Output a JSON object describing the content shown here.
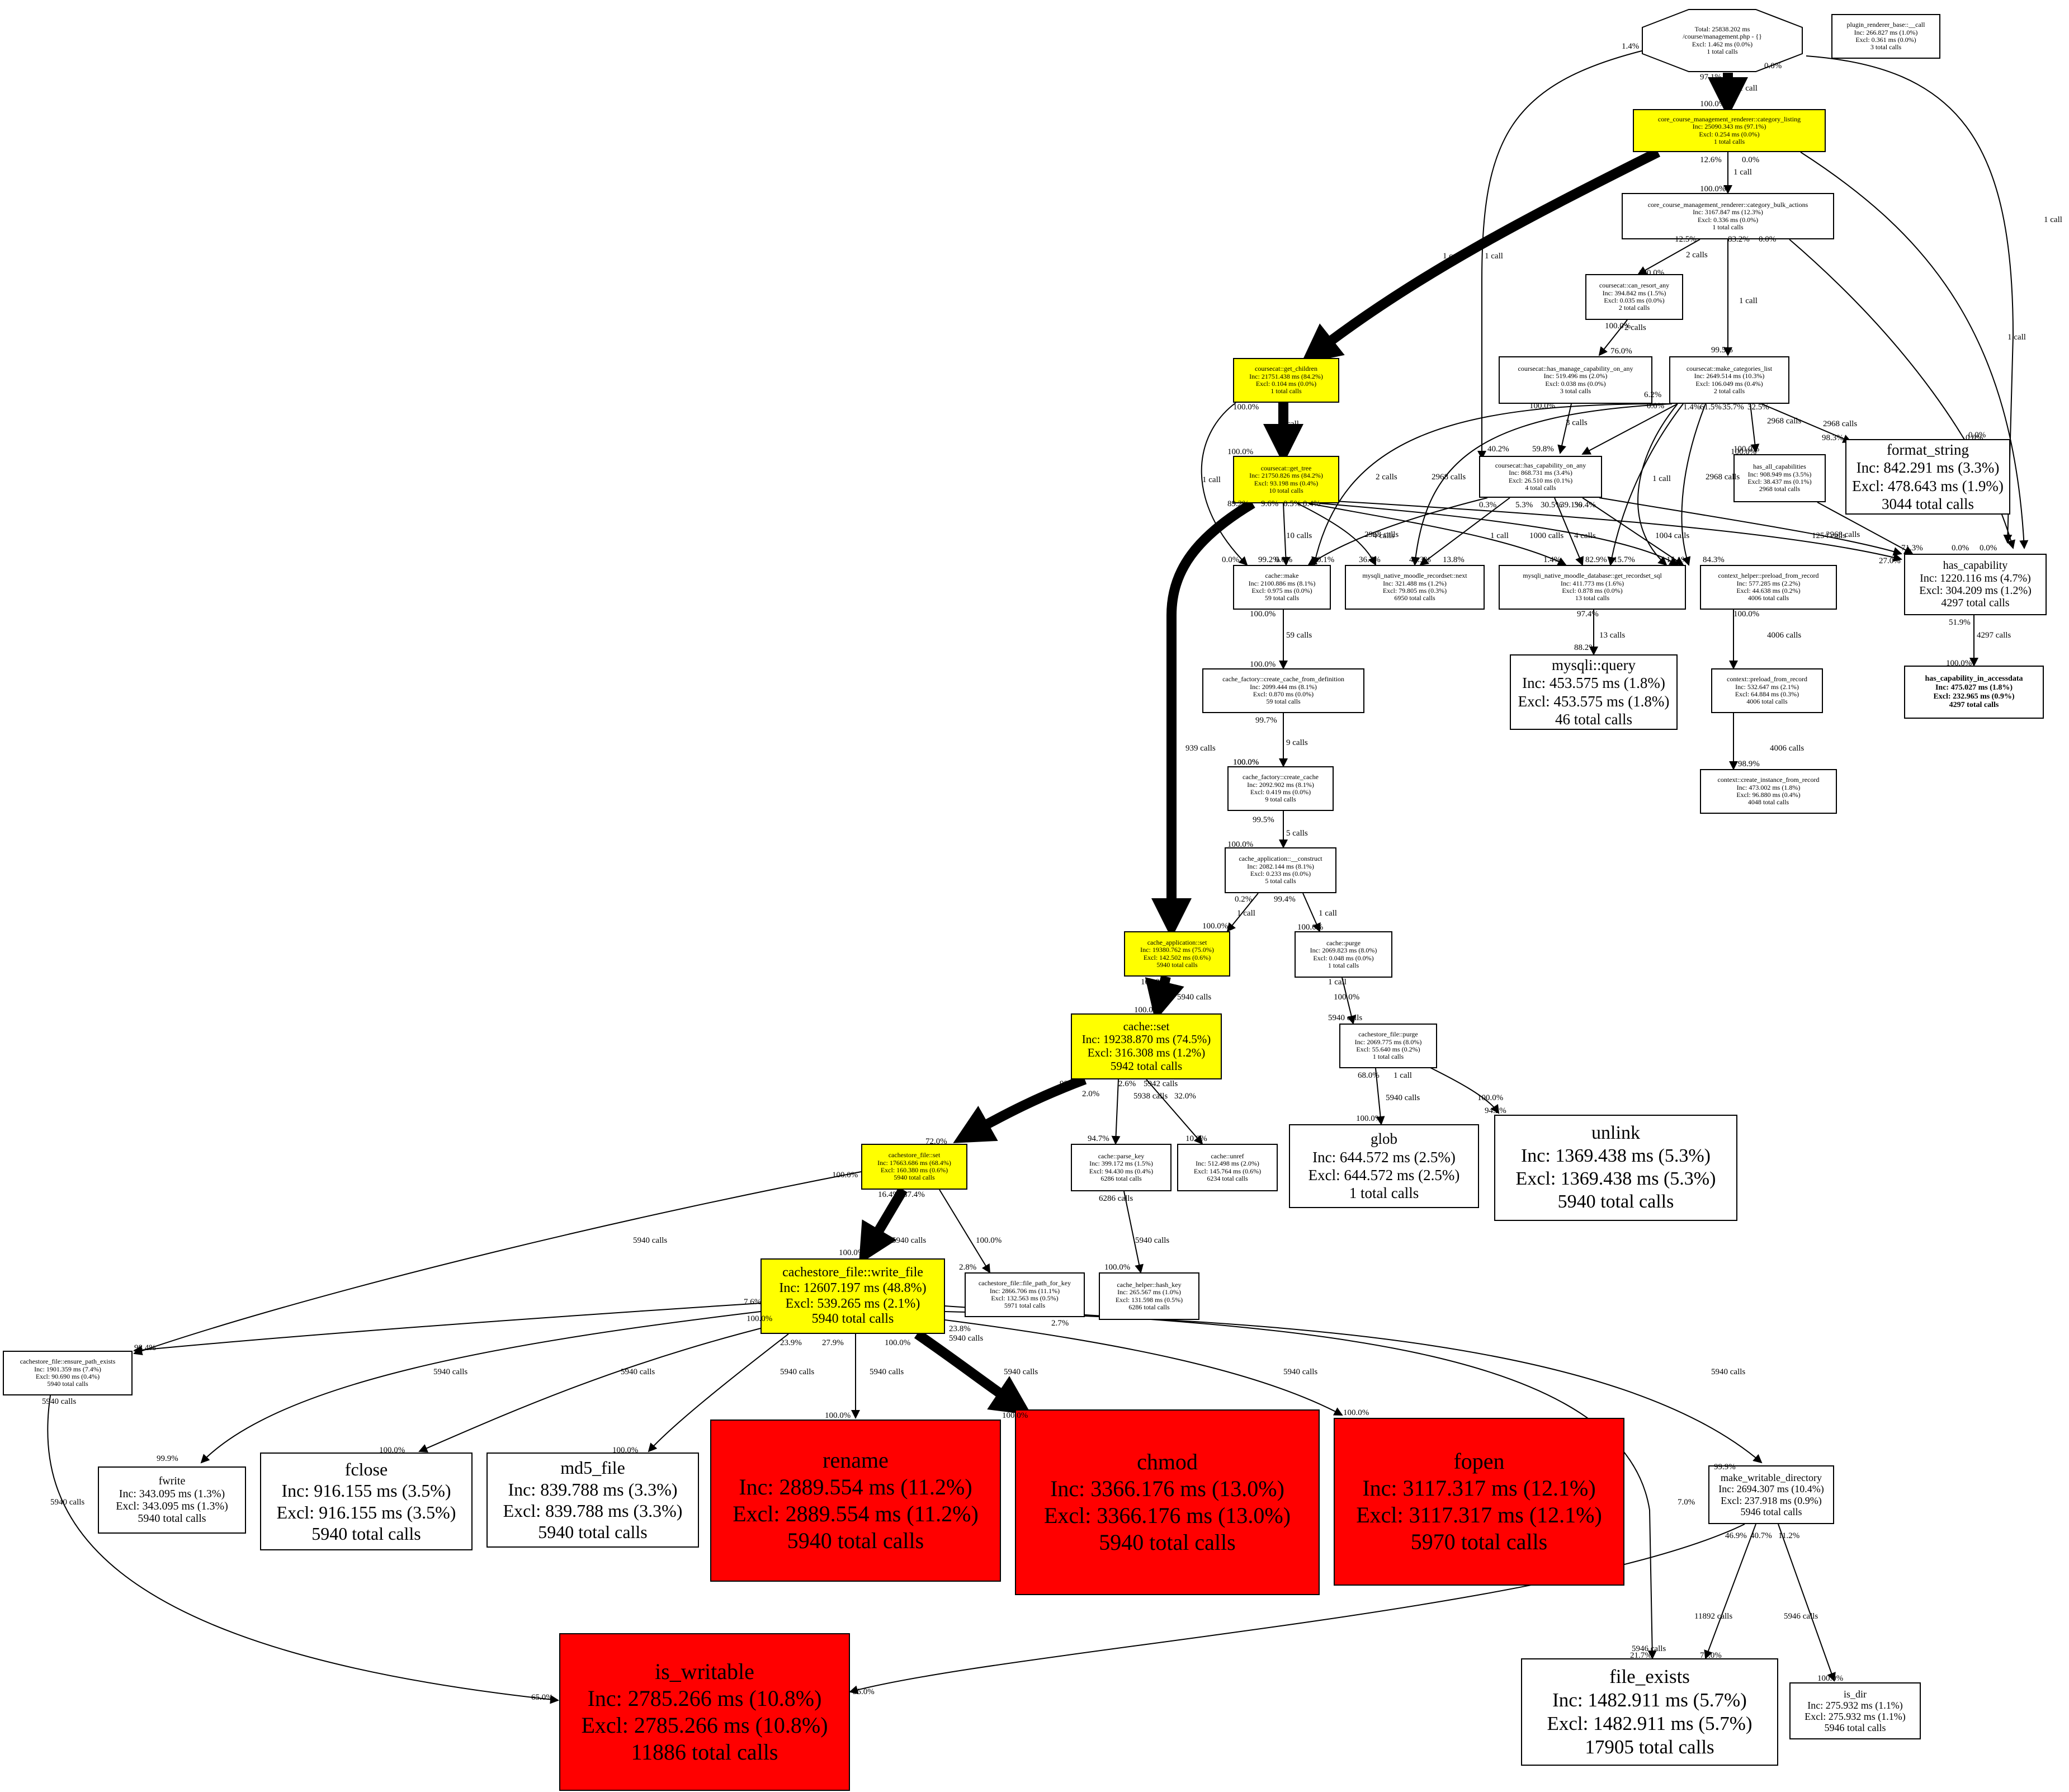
{
  "nodes": {
    "total": [
      "Total: 25838.202 ms",
      "/course/management.php - {}",
      "Excl: 1.462 ms (0.0%)",
      "1 total calls"
    ],
    "plugin_renderer": [
      "plugin_renderer_base::__call",
      "Inc: 266.827 ms (1.0%)",
      "Excl: 0.361 ms (0.0%)",
      "3 total calls"
    ],
    "category_listing": [
      "core_course_management_renderer::category_listing",
      "Inc: 25090.343 ms (97.1%)",
      "Excl: 0.254 ms (0.0%)",
      "1 total calls"
    ],
    "bulk_actions": [
      "core_course_management_renderer::category_bulk_actions",
      "Inc: 3167.847 ms (12.3%)",
      "Excl: 0.336 ms (0.0%)",
      "1 total calls"
    ],
    "can_resort_any": [
      "coursecat::can_resort_any",
      "Inc: 394.842 ms (1.5%)",
      "Excl: 0.035 ms (0.0%)",
      "2 total calls"
    ],
    "has_manage_capability": [
      "coursecat::has_manage_capability_on_any",
      "Inc: 519.496 ms (2.0%)",
      "Excl: 0.038 ms (0.0%)",
      "3 total calls"
    ],
    "make_categories_list": [
      "coursecat::make_categories_list",
      "Inc: 2649.514 ms (10.3%)",
      "Excl: 106.049 ms (0.4%)",
      "2 total calls"
    ],
    "get_children": [
      "coursecat::get_children",
      "Inc: 21751.438 ms (84.2%)",
      "Excl: 0.104 ms (0.0%)",
      "1 total calls"
    ],
    "get_tree": [
      "coursecat::get_tree",
      "Inc: 21750.826 ms (84.2%)",
      "Excl: 93.198 ms (0.4%)",
      "10 total calls"
    ],
    "has_capability_on_any": [
      "coursecat::has_capability_on_any",
      "Inc: 868.731 ms (3.4%)",
      "Excl: 26.510 ms (0.1%)",
      "4 total calls"
    ],
    "has_all_capabilities": [
      "has_all_capabilities",
      "Inc: 908.949 ms (3.5%)",
      "Excl: 38.437 ms (0.1%)",
      "2968 total calls"
    ],
    "format_string": [
      "format_string",
      "Inc: 842.291 ms (3.3%)",
      "Excl: 478.643 ms (1.9%)",
      "3044 total calls"
    ],
    "has_capability": [
      "has_capability",
      "Inc: 1220.116 ms (4.7%)",
      "Excl: 304.209 ms (1.2%)",
      "4297 total calls"
    ],
    "has_capability_in_accessdata": [
      "has_capability_in_accessdata",
      "Inc: 475.027 ms (1.8%)",
      "Excl: 232.965 ms (0.9%)",
      "4297 total calls"
    ],
    "cache_make": [
      "cache::make",
      "Inc: 2100.886 ms (8.1%)",
      "Excl: 0.975 ms (0.0%)",
      "59 total calls"
    ],
    "recordset_next": [
      "mysqli_native_moodle_recordset::next",
      "Inc: 321.488 ms (1.2%)",
      "Excl: 79.805 ms (0.3%)",
      "6950 total calls"
    ],
    "get_recordset_sql": [
      "mysqli_native_moodle_database::get_recordset_sql",
      "Inc: 411.773 ms (1.6%)",
      "Excl: 0.878 ms (0.0%)",
      "13 total calls"
    ],
    "preload_from_record": [
      "context_helper::preload_from_record",
      "Inc: 577.285 ms (2.2%)",
      "Excl: 44.638 ms (0.2%)",
      "4006 total calls"
    ],
    "mysqli_query": [
      "mysqli::query",
      "Inc: 453.575 ms (1.8%)",
      "Excl: 453.575 ms (1.8%)",
      "46 total calls"
    ],
    "context_preload": [
      "context::preload_from_record",
      "Inc: 532.647 ms (2.1%)",
      "Excl: 64.884 ms (0.3%)",
      "4006 total calls"
    ],
    "create_instance": [
      "context::create_instance_from_record",
      "Inc: 473.002 ms (1.8%)",
      "Excl: 96.880 ms (0.4%)",
      "4048 total calls"
    ],
    "create_cache_from_definition": [
      "cache_factory::create_cache_from_definition",
      "Inc: 2099.444 ms (8.1%)",
      "Excl: 0.870 ms (0.0%)",
      "59 total calls"
    ],
    "create_cache": [
      "cache_factory::create_cache",
      "Inc: 2092.902 ms (8.1%)",
      "Excl: 0.419 ms (0.0%)",
      "9 total calls"
    ],
    "cache_app_construct": [
      "cache_application::__construct",
      "Inc: 2082.144 ms (8.1%)",
      "Excl: 0.233 ms (0.0%)",
      "5 total calls"
    ],
    "cache_app_set": [
      "cache_application::set",
      "Inc: 19380.762 ms (75.0%)",
      "Excl: 142.502 ms (0.6%)",
      "5940 total calls"
    ],
    "cache_purge": [
      "cache::purge",
      "Inc: 2069.823 ms (8.0%)",
      "Excl: 0.048 ms (0.0%)",
      "1 total calls"
    ],
    "cache_set": [
      "cache::set",
      "Inc: 19238.870 ms (74.5%)",
      "Excl: 316.308 ms (1.2%)",
      "5942 total calls"
    ],
    "cachestore_purge": [
      "cachestore_file::purge",
      "Inc: 2069.775 ms (8.0%)",
      "Excl: 55.640 ms (0.2%)",
      "1 total calls"
    ],
    "glob": [
      "glob",
      "Inc: 644.572 ms (2.5%)",
      "Excl: 644.572 ms (2.5%)",
      "1 total calls"
    ],
    "unlink": [
      "unlink",
      "Inc: 1369.438 ms (5.3%)",
      "Excl: 1369.438 ms (5.3%)",
      "5940 total calls"
    ],
    "cachestore_set": [
      "cachestore_file::set",
      "Inc: 17663.686 ms (68.4%)",
      "Excl: 160.380 ms (0.6%)",
      "5940 total calls"
    ],
    "parse_key": [
      "cache::parse_key",
      "Inc: 399.172 ms (1.5%)",
      "Excl: 94.430 ms (0.4%)",
      "6286 total calls"
    ],
    "unref": [
      "cache::unref",
      "Inc: 512.498 ms (2.0%)",
      "Excl: 145.764 ms (0.6%)",
      "6234 total calls"
    ],
    "write_file": [
      "cachestore_file::write_file",
      "Inc: 12607.197 ms (48.8%)",
      "Excl: 539.265 ms (2.1%)",
      "5940 total calls"
    ],
    "file_path_for_key": [
      "cachestore_file::file_path_for_key",
      "Inc: 2866.706 ms (11.1%)",
      "Excl: 132.563 ms (0.5%)",
      "5971 total calls"
    ],
    "hash_key": [
      "cache_helper::hash_key",
      "Inc: 265.567 ms (1.0%)",
      "Excl: 131.598 ms (0.5%)",
      "6286 total calls"
    ],
    "ensure_path_exists": [
      "cachestore_file::ensure_path_exists",
      "Inc: 1901.359 ms (7.4%)",
      "Excl: 90.690 ms (0.4%)",
      "5940 total calls"
    ],
    "fwrite": [
      "fwrite",
      "Inc: 343.095 ms (1.3%)",
      "Excl: 343.095 ms (1.3%)",
      "5940 total calls"
    ],
    "fclose": [
      "fclose",
      "Inc: 916.155 ms (3.5%)",
      "Excl: 916.155 ms (3.5%)",
      "5940 total calls"
    ],
    "md5_file": [
      "md5_file",
      "Inc: 839.788 ms (3.3%)",
      "Excl: 839.788 ms (3.3%)",
      "5940 total calls"
    ],
    "rename": [
      "rename",
      "Inc: 2889.554 ms (11.2%)",
      "Excl: 2889.554 ms (11.2%)",
      "5940 total calls"
    ],
    "chmod": [
      "chmod",
      "Inc: 3366.176 ms (13.0%)",
      "Excl: 3366.176 ms (13.0%)",
      "5940 total calls"
    ],
    "fopen": [
      "fopen",
      "Inc: 3117.317 ms (12.1%)",
      "Excl: 3117.317 ms (12.1%)",
      "5970 total calls"
    ],
    "make_writable_directory": [
      "make_writable_directory",
      "Inc: 2694.307 ms (10.4%)",
      "Excl: 237.918 ms (0.9%)",
      "5946 total calls"
    ],
    "is_writable": [
      "is_writable",
      "Inc: 2785.266 ms (10.8%)",
      "Excl: 2785.266 ms (10.8%)",
      "11886 total calls"
    ],
    "file_exists": [
      "file_exists",
      "Inc: 1482.911 ms (5.7%)",
      "Excl: 1482.911 ms (5.7%)",
      "17905 total calls"
    ],
    "is_dir": [
      "is_dir",
      "Inc: 275.932 ms (1.1%)",
      "Excl: 275.932 ms (1.1%)",
      "5946 total calls"
    ]
  },
  "edge_labels": [
    "1.4%",
    "97.1%",
    "1 call",
    "0.0%",
    "100.0%",
    "12.6%",
    "0.0%",
    "1 call",
    "100.0%",
    "1 call",
    "1 call",
    "1 call",
    "1 call",
    "12.5%",
    "2 calls",
    "83.2%",
    "0.0%",
    "100.0%",
    "100.0%",
    "2 calls",
    "1 call",
    "76.0%",
    "99.5%",
    "100.0%",
    "3 calls",
    "6.2%",
    "0.0%",
    "40.2%",
    "59.8%",
    "100.0%",
    "2968 calls",
    "98.3%",
    "0.0%",
    "100.0%",
    "1 call",
    "1 call",
    "2 calls",
    "2968 calls",
    "1.4%",
    "61.5%",
    "35.7%",
    "32.5%",
    "2968 calls",
    "1 call",
    "2968 calls",
    "0.0%",
    "100.0%",
    "89.2%",
    "9.6%",
    "0.5%",
    "0.4%",
    "10 calls",
    "2968 calls",
    "100.0%",
    "2968 calls",
    "0.3%",
    "5.3%",
    "30.5%",
    "39.1%",
    "30.4%",
    "4 calls",
    "1 call",
    "1000 calls",
    "4 calls",
    "1004 calls",
    "1254 calls",
    "71.3%",
    "0.0%",
    "99.2%",
    "0.0%",
    "0.1%",
    "36.7%",
    "49.3%",
    "13.8%",
    "1.4%",
    "82.9%",
    "15.7%",
    "15.1%",
    "84.3%",
    "27.0%",
    "0.0%",
    "0.0%",
    "100.0%",
    "59 calls",
    "97.4%",
    "13 calls",
    "88.2%",
    "100.0%",
    "4006 calls",
    "51.9%",
    "4297 calls",
    "100.0%",
    "100.0%",
    "99.7%",
    "9 calls",
    "100.0%",
    "4006 calls",
    "98.9%",
    "100.0%",
    "99.5%",
    "5 calls",
    "100.0%",
    "0.2%",
    "99.4%",
    "1 call",
    "1 call",
    "100.0%",
    "100.0%",
    "939 calls",
    "100.0%",
    "5940 calls",
    "100.0%",
    "1 call",
    "100.0%",
    "5940 calls",
    "93.1%",
    "2.0%",
    "2.6%",
    "5942 calls",
    "5938 calls",
    "32.0%",
    "68.0%",
    "1 call",
    "5940 calls",
    "100.0%",
    "100.0%",
    "94.2%",
    "94.7%",
    "10.9%",
    "100.0%",
    "72.0%",
    "16.4%",
    "87.4%",
    "6286 calls",
    "5940 calls",
    "5940 calls",
    "5940 calls",
    "100.0%",
    "100.0%",
    "100.0%",
    "2.8%",
    "7.6%",
    "100.0%",
    "98.4%",
    "2.7%",
    "23.8%",
    "5940 calls",
    "5940 calls",
    "5940 calls",
    "5940 calls",
    "5940 calls",
    "5940 calls",
    "5940 calls",
    "5940 calls",
    "7.0%",
    "23.9%",
    "27.9%",
    "100.0%",
    "100.0%",
    "100.0%",
    "100.0%",
    "99.9%",
    "99.9%",
    "100.0%",
    "100.0%",
    "5940 calls",
    "5946 calls",
    "11892 calls",
    "5946 calls",
    "5940 calls",
    "46.9%",
    "40.7%",
    "11.2%",
    "65.0%",
    "35.0%",
    "21.7%",
    "77.0%",
    "100.0%"
  ]
}
